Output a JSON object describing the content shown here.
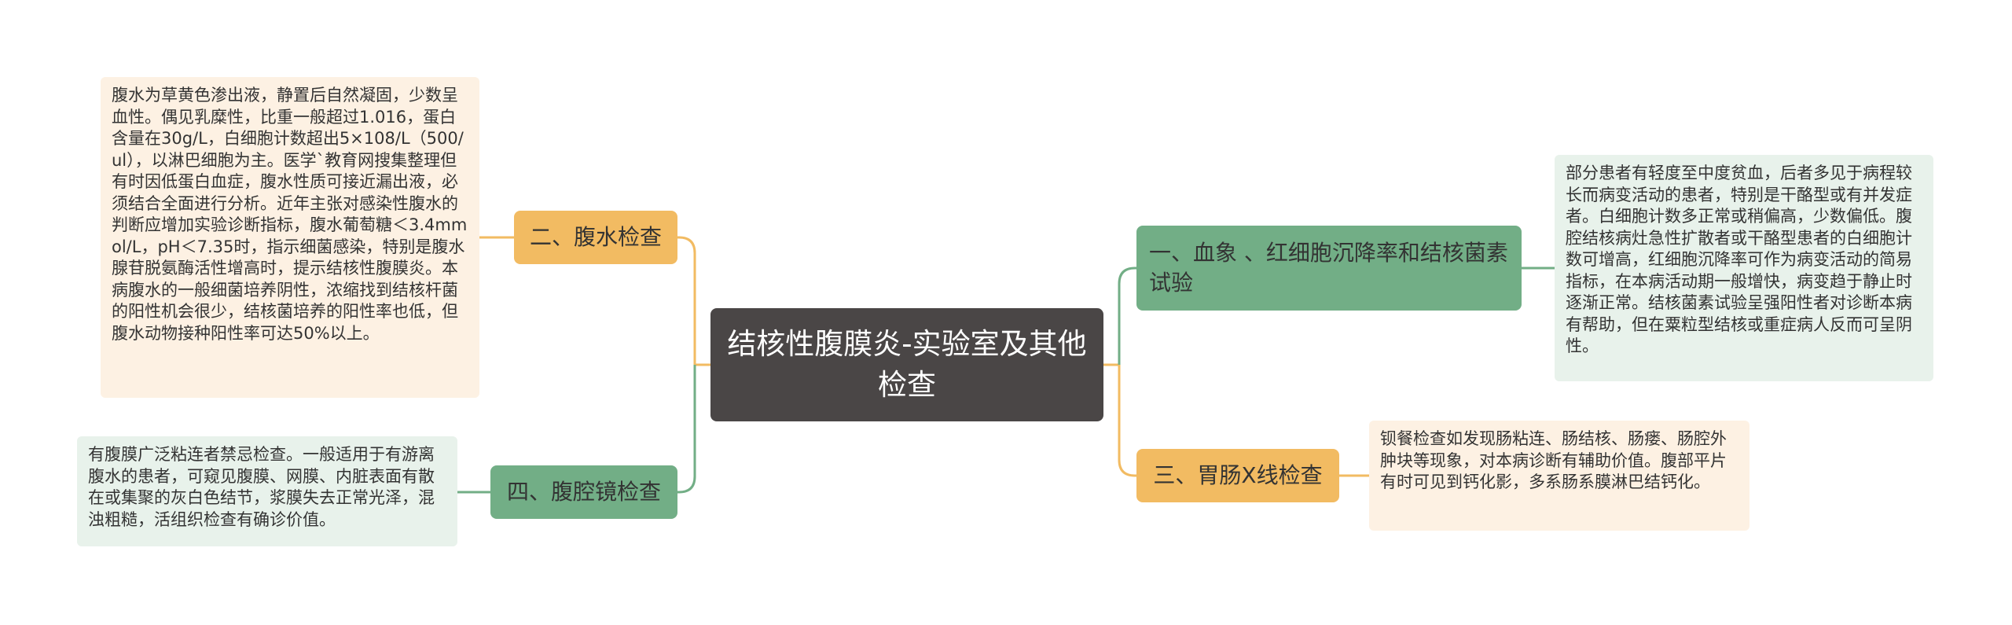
{
  "root": {
    "title": "结核性腹膜炎-实验室及其他检查"
  },
  "branches": [
    {
      "label": "一、血象 、红细胞沉降率和结核菌素试验",
      "detail": "部分患者有轻度至中度贫血，后者多见于病程较长而病变活动的患者，特别是干酪型或有并发症者。白细胞计数多正常或稍偏高，少数偏低。腹腔结核病灶急性扩散者或干酪型患者的白细胞计数可增高，红细胞沉降率可作为病变活动的简易指标，在本病活动期一般增快，病变趋于静止时逐渐正常。结核菌素试验呈强阳性者对诊断本病有帮助，但在粟粒型结核或重症病人反而可呈阴性。"
    },
    {
      "label": "二、腹水检查",
      "detail": "腹水为草黄色渗出液，静置后自然凝固，少数呈血性。偶见乳糜性，比重一般超过1.016，蛋白含量在30g/L，白细胞计数超出5×108/L（500/ul），以淋巴细胞为主。医学`教育网搜集整理但有时因低蛋白血症，腹水性质可接近漏出液，必须结合全面进行分析。近年主张对感染性腹水的判断应增加实验诊断指标，腹水葡萄糖＜3.4mmol/L，pH＜7.35时，指示细菌感染，特别是腹水腺苷脱氨酶活性增高时，提示结核性腹膜炎。本病腹水的一般细菌培养阴性，浓缩找到结核杆菌的阳性机会很少，结核菌培养的阳性率也低，但腹水动物接种阳性率可达50%以上。"
    },
    {
      "label": "三、胃肠X线检查",
      "detail": "钡餐检查如发现肠粘连、肠结核、肠瘘、肠腔外肿块等现象，对本病诊断有辅助价值。腹部平片有时可见到钙化影，多系肠系膜淋巴结钙化。"
    },
    {
      "label": "四、腹腔镜检查",
      "detail": "有腹膜广泛粘连者禁忌检查。一般适用于有游离腹水的患者，可窥见腹膜、网膜、内脏表面有散在或集聚的灰白色结节，浆膜失去正常光泽，混浊粗糙，活组织检查有确诊价值。"
    }
  ],
  "colors": {
    "root_bg": "#4a4646",
    "orange_branch": "#f2bb62",
    "orange_leaf": "#fdf1e3",
    "green_branch": "#72ae86",
    "green_leaf": "#e8f2eb"
  }
}
